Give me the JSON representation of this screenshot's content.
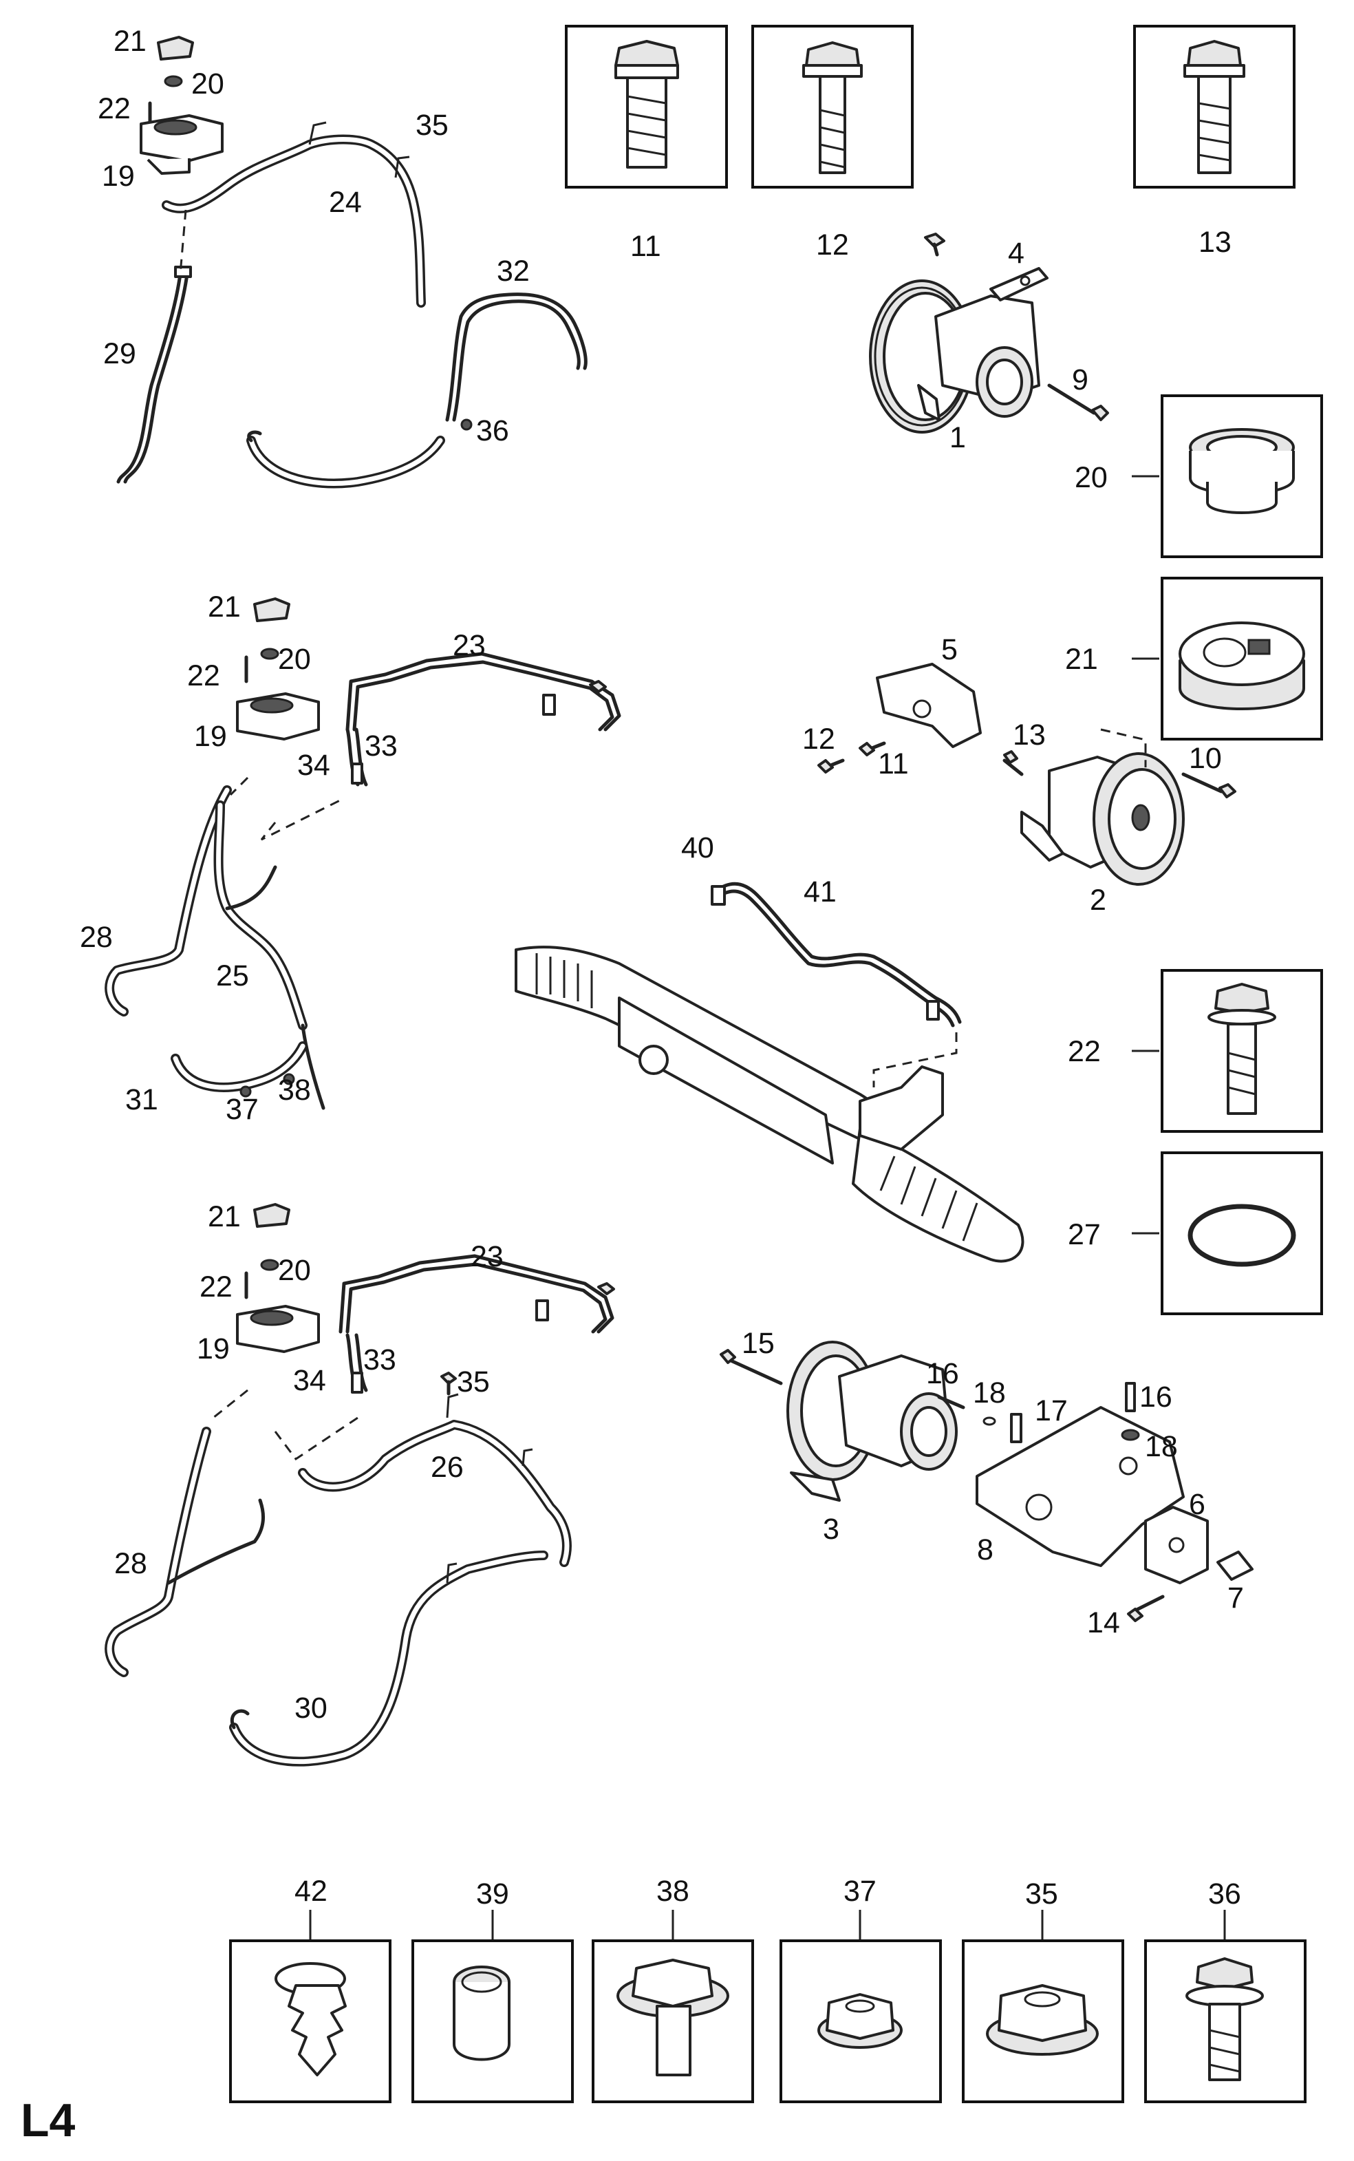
{
  "page_tag": "L4",
  "callouts": {
    "c1": "1",
    "c2": "2",
    "c3": "3",
    "c4": "4",
    "c5": "5",
    "c6": "6",
    "c7": "7",
    "c8": "8",
    "c9": "9",
    "c10": "10",
    "c11a": "11",
    "c11b": "11",
    "c12a": "12",
    "c12b": "12",
    "c13a": "13",
    "c13b": "13",
    "c14": "14",
    "c15": "15",
    "c16a": "16",
    "c16b": "16",
    "c17": "17",
    "c18a": "18",
    "c18b": "18",
    "c19a": "19",
    "c19b": "19",
    "c19c": "19",
    "c20a": "20",
    "c20b": "20",
    "c20c": "20",
    "c20d": "20",
    "c21a": "21",
    "c21b": "21",
    "c21c": "21",
    "c21d": "21",
    "c22a": "22",
    "c22b": "22",
    "c22c": "22",
    "c22d": "22",
    "c23a": "23",
    "c23b": "23",
    "c24": "24",
    "c25": "25",
    "c26": "26",
    "c27": "27",
    "c28a": "28",
    "c28b": "28",
    "c29": "29",
    "c30": "30",
    "c31": "31",
    "c32": "32",
    "c33a": "33",
    "c33b": "33",
    "c34a": "34",
    "c34b": "34",
    "c35a": "35",
    "c35b": "35",
    "c35c": "35",
    "c36a": "36",
    "c36b": "36",
    "c37a": "37",
    "c37b": "37",
    "c38a": "38",
    "c38b": "38",
    "c39": "39",
    "c40": "40",
    "c41": "41",
    "c42": "42"
  }
}
